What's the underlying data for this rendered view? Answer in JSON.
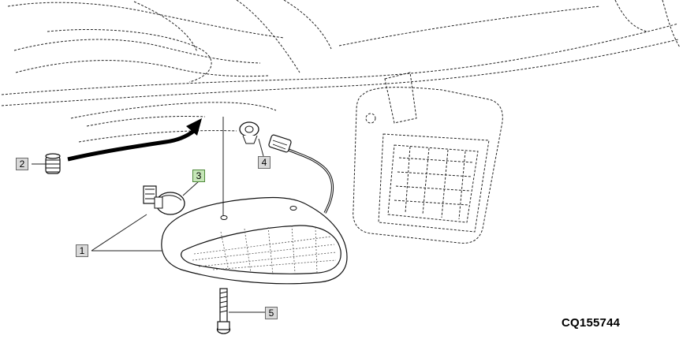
{
  "callouts": {
    "c1": "1",
    "c2": "2",
    "c3": "3",
    "c4": "4",
    "c5": "5"
  },
  "figure_id": "CQ155744",
  "colors": {
    "callout_fill": "#d9d9d9",
    "callout_highlight_fill": "#c6e6b8",
    "line": "#111111"
  }
}
